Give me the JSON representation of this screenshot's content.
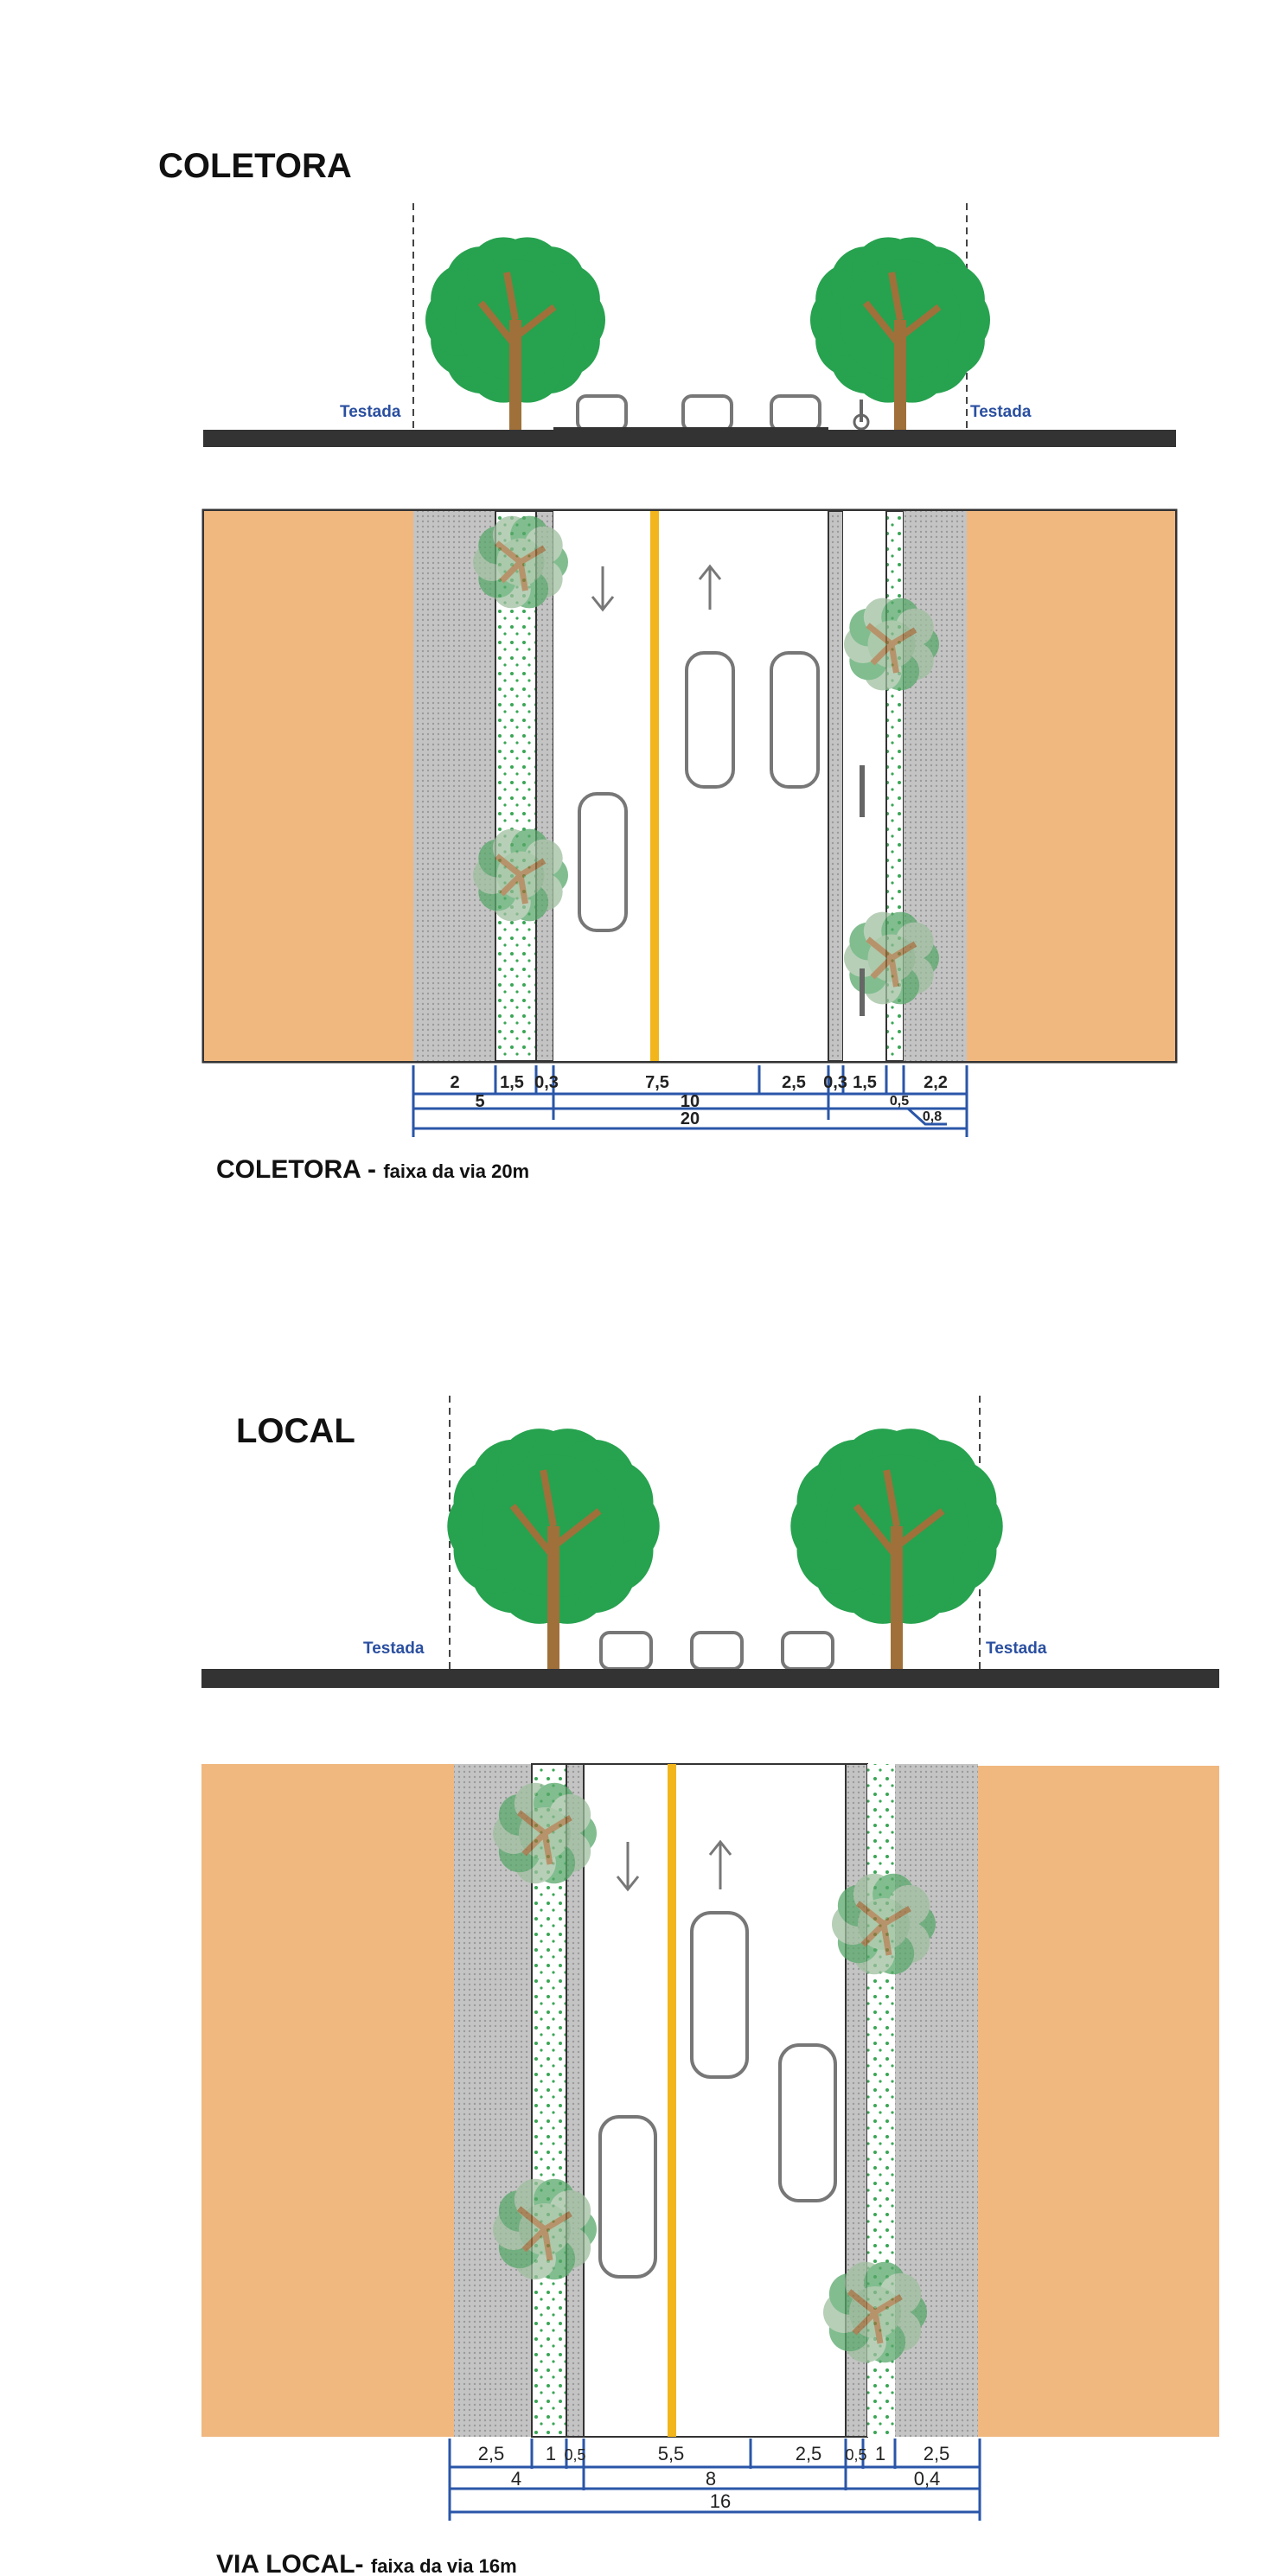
{
  "colors": {
    "lot": "#f0b87f",
    "sidewalk": "#c8c8c8",
    "green_strip": "#ffffff",
    "median_line": "#f2b51b",
    "dimension": "#2a56a8",
    "tree": "#27a24f",
    "trunk": "#a0703a",
    "ground": "#333333"
  },
  "coletora": {
    "title": "COLETORA",
    "testada_left": "Testada",
    "testada_right": "Testada",
    "caption_main": "COLETORA - ",
    "caption_sub": "faixa da via 20m",
    "dims_row1": [
      "2",
      "1,5",
      "0,3",
      "7,5",
      "2,5",
      "0,3",
      "1,5",
      "2,2"
    ],
    "dims_row2": [
      "5",
      "10",
      "0,5"
    ],
    "dims_row3": [
      "20"
    ],
    "dims_leader": "0,8"
  },
  "local": {
    "title": "LOCAL",
    "testada_left": "Testada",
    "testada_right": "Testada",
    "caption_main": "VIA LOCAL- ",
    "caption_sub": "faixa da via 16m",
    "dims_row1": [
      "2,5",
      "1",
      "0,5",
      "5,5",
      "2,5",
      "0,5",
      "1",
      "2,5"
    ],
    "dims_row2": [
      "4",
      "8",
      "0,4"
    ],
    "dims_row3": [
      "16"
    ]
  }
}
